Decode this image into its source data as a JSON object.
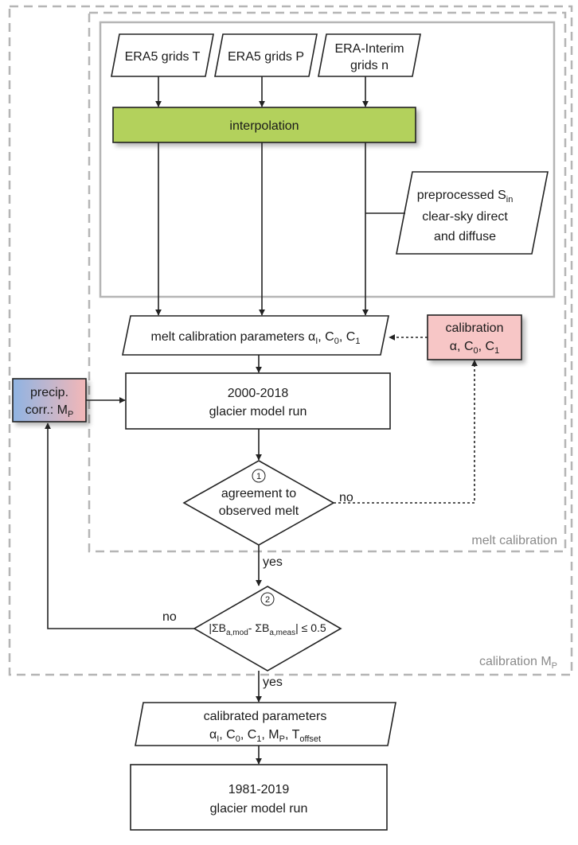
{
  "frames": {
    "outer_label": "calibration M",
    "outer_label_sub": "P",
    "melt_label": "melt calibration"
  },
  "inputs": {
    "era5_t": "ERA5 grids T",
    "era5_p": "ERA5 grids P",
    "era_interim_line1": "ERA-Interim",
    "era_interim_line2": "grids n"
  },
  "interpolation": "interpolation",
  "sin_box": {
    "line1": "preprocessed S",
    "line1_sub": "in",
    "line2": "clear-sky direct",
    "line3": "and diffuse"
  },
  "melt_params": {
    "text": "melt calibration parameters α",
    "s1": "I",
    "c0": ", C",
    "c0_sub": "0",
    "c1": ", C",
    "c1_sub": "1"
  },
  "calibration_box": {
    "line1": "calibration",
    "line2": "α, C",
    "sub0": "0",
    "sep": ", C",
    "sub1": "1"
  },
  "precip_box": {
    "line1": "precip.",
    "line2": "corr.: M",
    "line2_sub": "P"
  },
  "run_2000": {
    "line1": "2000-2018",
    "line2": "glacier model run"
  },
  "decision1": {
    "number": "1",
    "line1": "agreement to",
    "line2": "observed melt",
    "no_label": "no",
    "yes_label": "yes"
  },
  "decision2": {
    "number": "2",
    "part1": "|ΣB",
    "sub1": "a,mod",
    "part2": "- ΣB",
    "sub2": "a,meas",
    "part3": "| ≤ 0.5",
    "no_label": "no",
    "yes_label": "yes"
  },
  "calibrated": {
    "line1": "calibrated parameters",
    "a": "α",
    "a_sub": "I",
    "c0": ", C",
    "c0_sub": "0",
    "c1": ", C",
    "c1_sub": "1",
    "mp": ", M",
    "mp_sub": "P",
    "t": ", T",
    "t_sub": "offset"
  },
  "run_1981": {
    "line1": "1981-2019",
    "line2": "glacier model run"
  },
  "colors": {
    "interpolation_fill": "#b3d15c",
    "calibration_fill": "#f7c6c6",
    "precip_left": "#8fb4e3",
    "precip_right": "#f3b7b7",
    "frame_grey": "#b5b5b5"
  }
}
